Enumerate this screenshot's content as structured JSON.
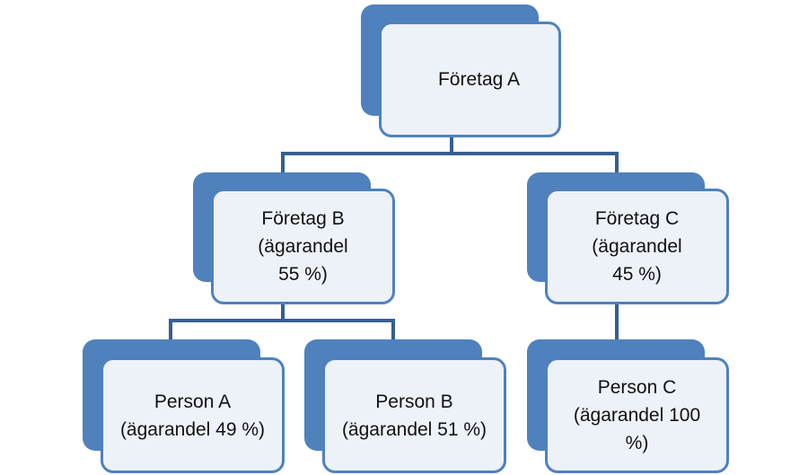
{
  "colors": {
    "back_fill": "#4f81bd",
    "front_fill": "#edf1f8",
    "front_border": "#4f81bd",
    "connector": "#365f91"
  },
  "nodes": {
    "foretag_a": {
      "lines": [
        "Företag A"
      ]
    },
    "foretag_b": {
      "lines": [
        "Företag B",
        "(ägarandel",
        "55 %)"
      ]
    },
    "foretag_c": {
      "lines": [
        "Företag C",
        "(ägarandel",
        "45 %)"
      ]
    },
    "person_a": {
      "lines": [
        "Person A",
        "(ägarandel 49 %)"
      ]
    },
    "person_b": {
      "lines": [
        "Person B",
        "(ägarandel 51 %)"
      ]
    },
    "person_c": {
      "lines": [
        "Person C",
        "(ägarandel 100",
        "%)"
      ]
    }
  }
}
